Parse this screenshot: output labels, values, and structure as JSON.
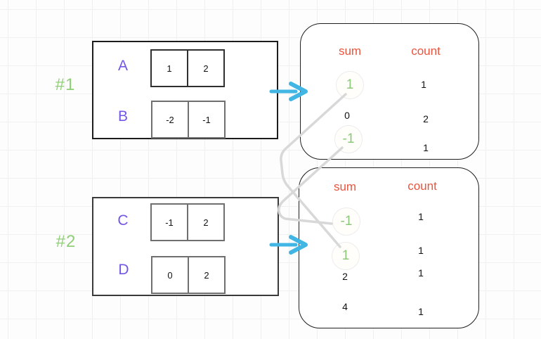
{
  "colors": {
    "group_label_green": "#8fcf78",
    "row_label_purple": "#7455e6",
    "header_orange": "#e8553f",
    "arrow_cyan": "#41b5e3",
    "sum_highlight_green": "#8cc87a",
    "connector_gray": "#d8d8d8"
  },
  "groups": [
    {
      "label": "#1",
      "rows": [
        {
          "label": "A",
          "cells": [
            "1",
            "2"
          ]
        },
        {
          "label": "B",
          "cells": [
            "-2",
            "-1"
          ]
        }
      ]
    },
    {
      "label": "#2",
      "rows": [
        {
          "label": "C",
          "cells": [
            "-1",
            "2"
          ]
        },
        {
          "label": "D",
          "cells": [
            "0",
            "2"
          ]
        }
      ]
    }
  ],
  "tables": [
    {
      "sum_header": "sum",
      "count_header": "count",
      "rows": [
        {
          "sum": "1",
          "count": "1",
          "highlighted": true
        },
        {
          "sum": "0",
          "count": "2",
          "highlighted": false
        },
        {
          "sum": "-1",
          "count": "1",
          "highlighted": true
        }
      ]
    },
    {
      "sum_header": "sum",
      "count_header": "count",
      "rows": [
        {
          "sum": "-1",
          "count": "1",
          "highlighted": true
        },
        {
          "sum": "1",
          "count": "1",
          "highlighted": true
        },
        {
          "sum": "2",
          "count": "1",
          "highlighted": false
        },
        {
          "sum": "4",
          "count": "1",
          "highlighted": false
        }
      ]
    }
  ]
}
